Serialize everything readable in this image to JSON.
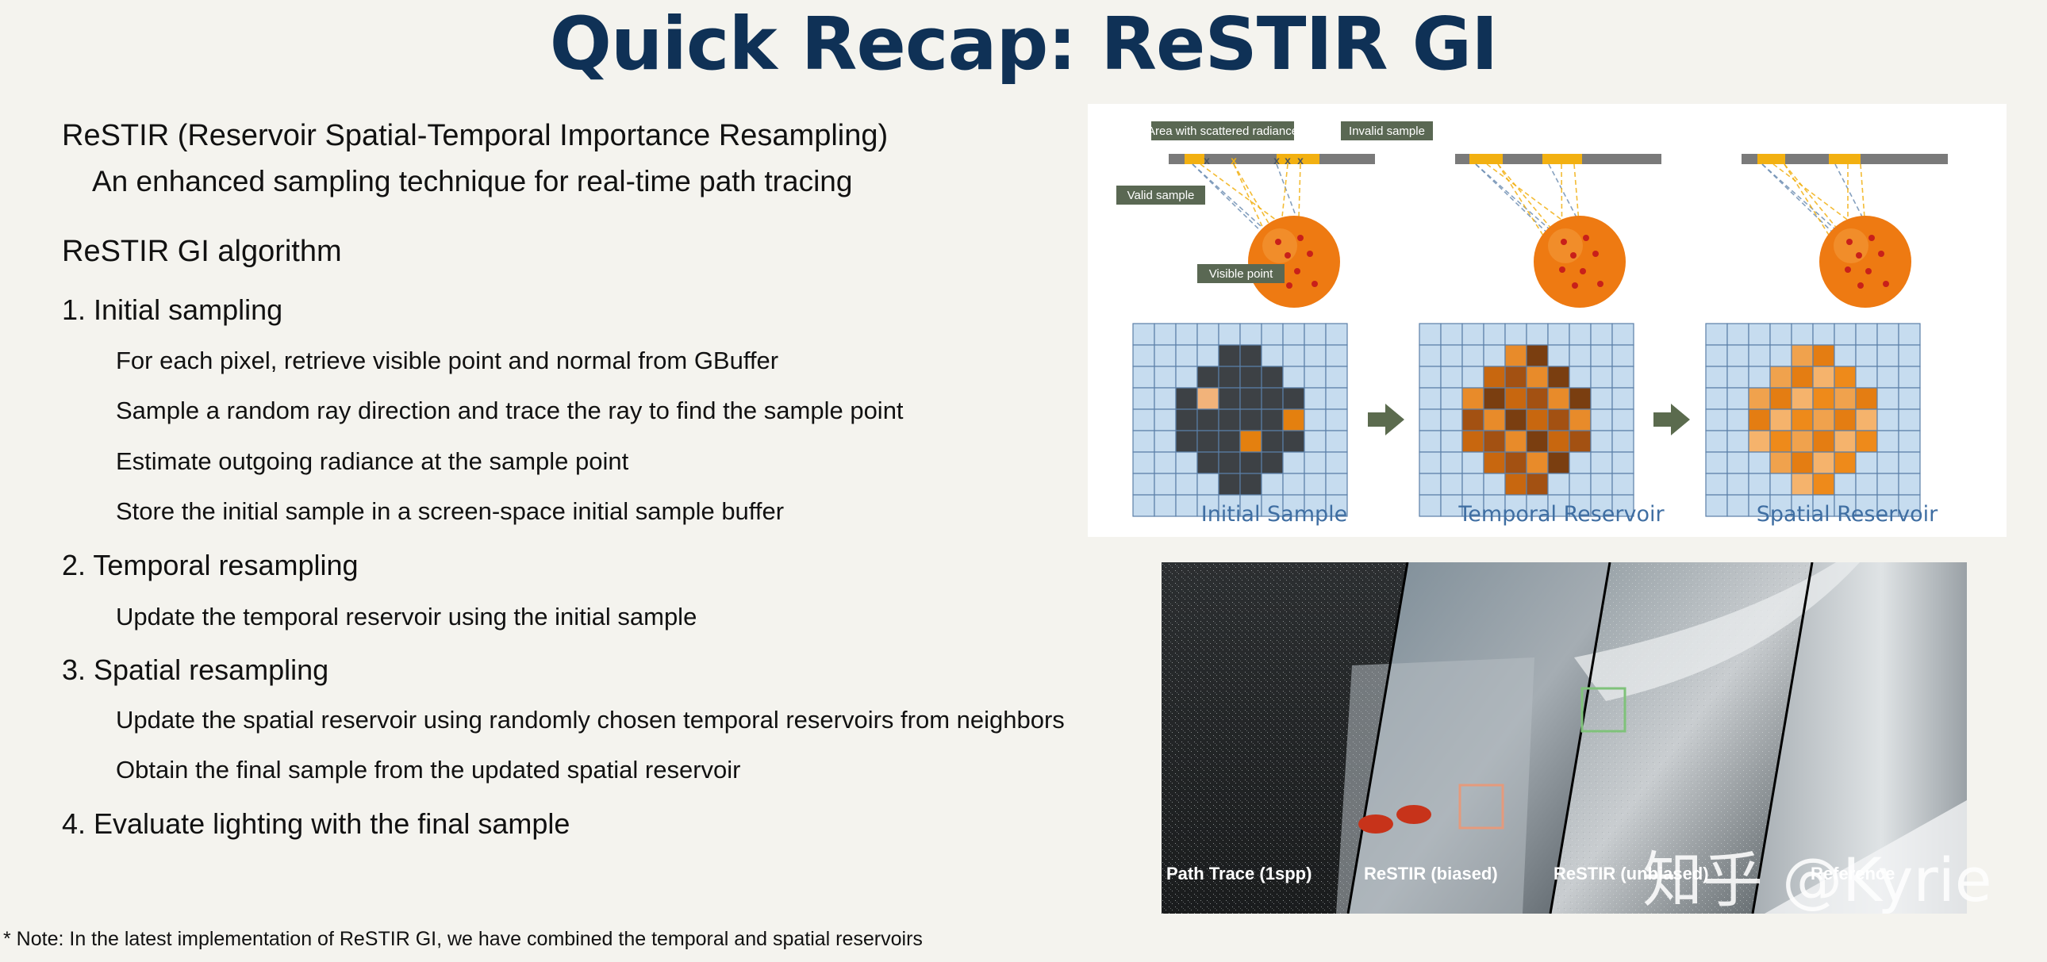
{
  "title": "Quick Recap: ReSTIR GI",
  "intro": {
    "heading": "ReSTIR (Reservoir Spatial-Temporal Importance Resampling)",
    "description": "An enhanced sampling technique for real-time path tracing"
  },
  "algorithm": {
    "heading": "ReSTIR GI algorithm",
    "steps": [
      {
        "label": "1. Initial sampling",
        "items": [
          "For each pixel, retrieve visible point and normal from GBuffer",
          "Sample a random ray direction and trace the ray to find the sample point",
          "Estimate outgoing radiance at the sample point",
          "Store the initial sample in a screen-space initial sample buffer"
        ]
      },
      {
        "label": "2. Temporal resampling",
        "items": [
          "Update the temporal reservoir using the initial sample"
        ]
      },
      {
        "label": "3. Spatial resampling",
        "items": [
          "Update the spatial reservoir using randomly chosen temporal reservoirs from neighbors",
          "Obtain the final sample from the updated spatial reservoir"
        ]
      },
      {
        "label": "4. Evaluate lighting with the final sample",
        "items": []
      }
    ]
  },
  "note": "* Note: In the latest implementation of ReSTIR GI, we have combined the temporal and spatial reservoirs",
  "diagram": {
    "callouts": {
      "scattered": "Area with scattered radiance",
      "invalid": "Invalid sample",
      "valid": "Valid sample",
      "visible": "Visible point"
    },
    "captions": [
      "Initial Sample",
      "Temporal Reservoir",
      "Spatial Reservoir"
    ],
    "marker": "x",
    "colors": {
      "grid": "#c6dcef",
      "grid_line": "#5b7fa8",
      "sphere": "#ee7a12",
      "dot": "#c8201a",
      "bar": "#7a7a7a",
      "highlight": "#f2b011",
      "callout": "#5a6853",
      "arrow": "#5b6b4e",
      "caption": "#3f6ea2"
    }
  },
  "render": {
    "labels": [
      "Path Trace (1spp)",
      "ReSTIR (biased)",
      "ReSTIR (unbiased)",
      "Reference"
    ]
  },
  "watermark": "知乎 @Kyrie"
}
